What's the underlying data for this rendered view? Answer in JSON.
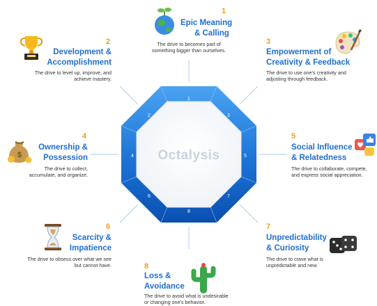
{
  "center_label": "Octalysis",
  "vertex_numbers": [
    "1",
    "2",
    "3",
    "4",
    "5",
    "6",
    "7",
    "8"
  ],
  "colors": {
    "accent": "#1f6fd1",
    "number": "#f39c12",
    "octagon_dark": "#0a54b8",
    "octagon_light": "#2f8fea",
    "line": "#9fc6ee"
  },
  "drives": [
    {
      "num": "1",
      "title_l1": "Epic Meaning",
      "title_l2": "& Calling",
      "desc_l1": "The drive to becomes part of",
      "desc_l2": "something bigger than ourselves.",
      "icon": "globe-sprout-icon"
    },
    {
      "num": "2",
      "title_l1": "Development &",
      "title_l2": "Accomplishment",
      "desc_l1": "The drive to level up, improve, and",
      "desc_l2": "achieve mastery.",
      "icon": "trophy-icon"
    },
    {
      "num": "3",
      "title_l1": "Empowerment of",
      "title_l2": "Creativity & Feedback",
      "desc_l1": "The drive to use one's creativity and",
      "desc_l2": "adjusting through feedback.",
      "icon": "paint-palette-icon"
    },
    {
      "num": "4",
      "title_l1": "Ownership &",
      "title_l2": "Possession",
      "desc_l1": "The drive to collect,",
      "desc_l2": "accumulate, and organize.",
      "icon": "money-bag-icon"
    },
    {
      "num": "5",
      "title_l1": "Social Influence",
      "title_l2": "& Relatedness",
      "desc_l1": "The drive to collaborate, compete,",
      "desc_l2": "and express social appreciation.",
      "icon": "social-reactions-icon"
    },
    {
      "num": "6",
      "title_l1": "Scarcity &",
      "title_l2": "Impatience",
      "desc_l1": "The drive to obsess over what we see",
      "desc_l2": "but cannot have.",
      "icon": "hourglass-icon"
    },
    {
      "num": "7",
      "title_l1": "Unpredictability",
      "title_l2": "& Curiosity",
      "desc_l1": "The drive to crave what is",
      "desc_l2": "unpredictable and new.",
      "icon": "dice-icon"
    },
    {
      "num": "8",
      "title_l1": "Loss &",
      "title_l2": "Avoidance",
      "desc_l1": "The drive to avoid what is undesirable",
      "desc_l2": "or changing one's behavior.",
      "icon": "cactus-icon"
    }
  ]
}
